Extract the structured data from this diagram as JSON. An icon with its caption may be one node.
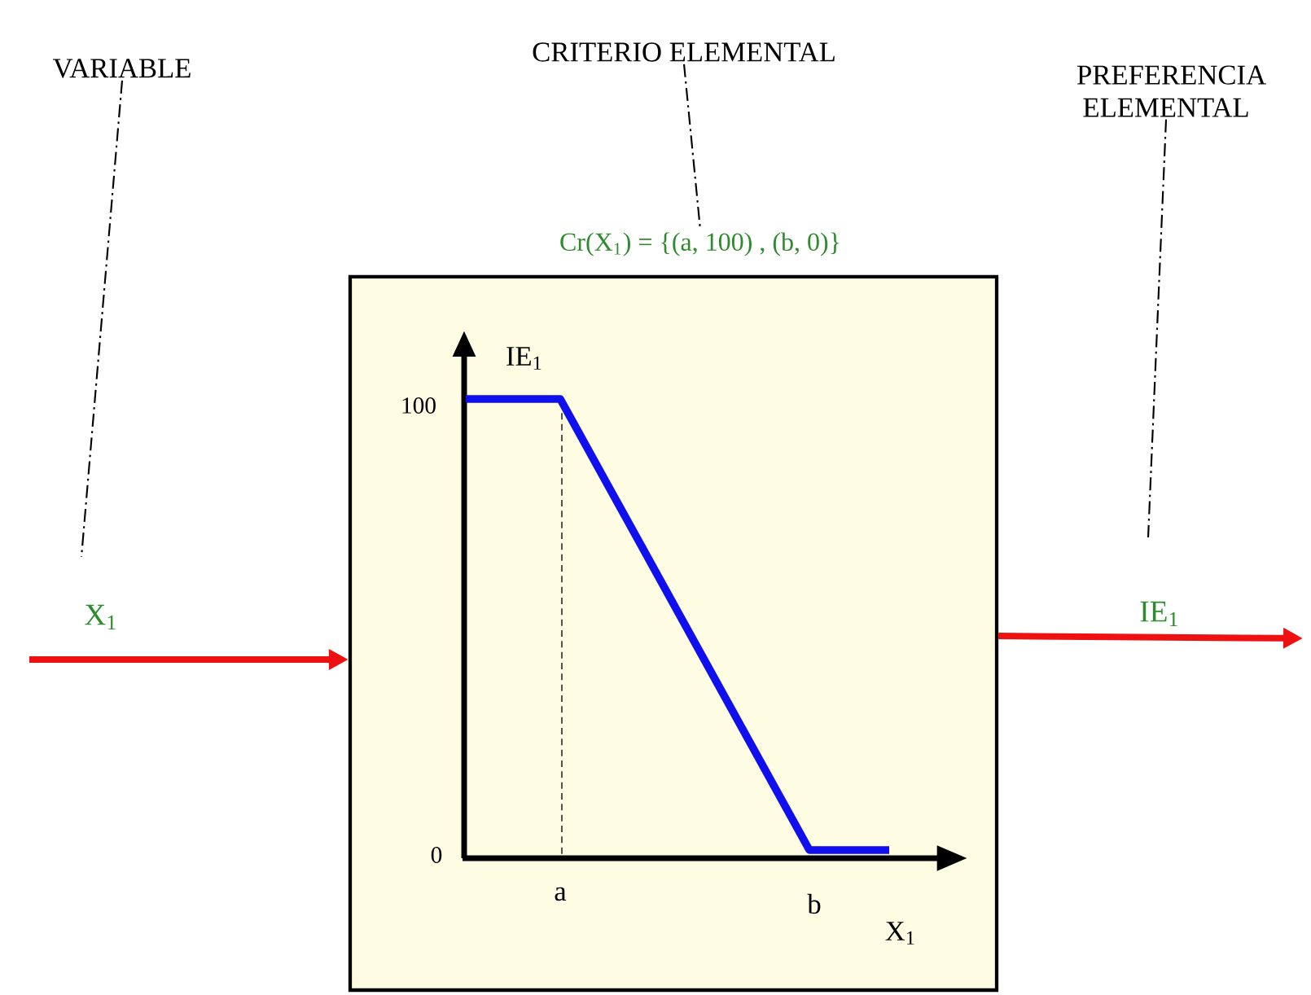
{
  "diagram": {
    "nodes": [
      {
        "text": [
          "VARIABLE"
        ]
      },
      {
        "text": [
          "CRITERIO ELEMENTAL"
        ]
      },
      {
        "text": [
          "PREFERENCIA ELEMENTAL"
        ]
      },
      {
        "text": [
          "Cr(X$_{1}$) = {(a, 100) , (b, 0)}"
        ]
      }
    ],
    "edges": [
      {
        "from": null,
        "to": 3,
        "arrow": "to",
        "label": "X$_{1}$",
        "style": "thick",
        "color": "#ee1111"
      },
      {
        "from": 3,
        "to": null,
        "arrow": "to",
        "label": "IE$_{1}$",
        "style": "thick",
        "color": "#ee1111"
      },
      {
        "from": 0,
        "to": null,
        "arrow": "none",
        "style": "dashed"
      },
      {
        "from": 1,
        "to": 3,
        "arrow": "none",
        "style": "dashed"
      },
      {
        "from": 2,
        "to": null,
        "arrow": "none",
        "style": "dashed"
      }
    ],
    "labels": [
      "IE$_{1}$",
      "100",
      "0",
      "a",
      "b",
      "X$_{1}$"
    ]
  }
}
